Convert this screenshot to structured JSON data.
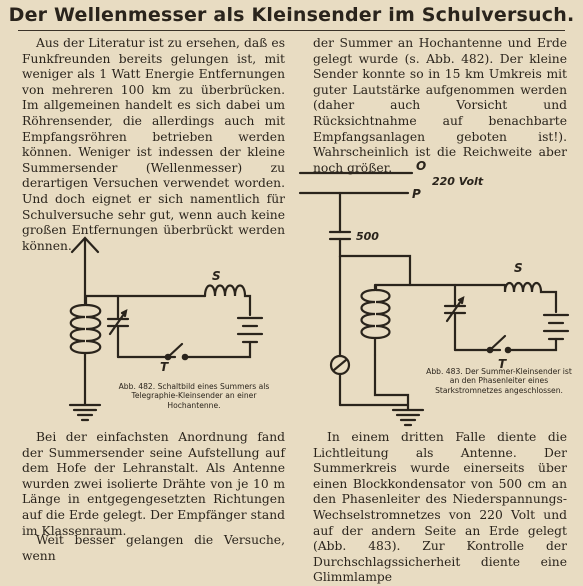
{
  "title": "Der Wellenmesser als Kleinsender im Schulversuch.",
  "col_left": {
    "p1": "Aus der Literatur ist zu ersehen, daß es Funkfreunden bereits gelungen ist, mit weniger als 1 Watt Energie Entfernungen von mehreren 100 km zu überbrücken. Im allgemeinen handelt es sich dabei um Röhrensender, die allerdings auch mit Empfangsröhren betrieben werden können. Weniger ist indessen der kleine Summersender (Wellenmesser) zu derartigen Versuchen verwendet worden. Und doch eignet er sich namentlich für Schulversuche sehr gut, wenn auch keine großen Entfernungen überbrückt werden können.",
    "p2": "Bei der einfachsten Anordnung fand der Summersender seine Aufstellung auf dem Hofe der Lehranstalt. Als Antenne wurden zwei isolierte Drähte von je 10 m Länge in entgegengesetzten Richtungen auf die Erde gelegt. Der Empfänger stand im Klassenraum.",
    "p3": "Weit besser gelangen die Versuche, wenn"
  },
  "col_right": {
    "p1": "der Summer an Hochantenne und Erde gelegt wurde (s. Abb. 482). Der kleine Sender konnte so in 15 km Umkreis mit guter Lautstärke aufgenommen werden (daher auch Vorsicht und Rücksichtnahme auf benachbarte Empfangsanlagen geboten ist!). Wahrscheinlich ist die Reichweite aber noch größer.",
    "p2": "In einem dritten Falle diente die Lichtleitung als Antenne. Der Summerkreis wurde einerseits über einen Blockkondensator von 500 cm an den Phasenleiter des Niederspannungs-Wechselstromnetzes von 220 Volt und auf der andern Seite an Erde gelegt (Abb. 483). Zur Kontrolle der Durchschlagssicherheit diente eine Glimmlampe"
  },
  "fig482": {
    "label_s": "S",
    "label_t": "T",
    "caption": "Abb. 482. Schaltbild eines Summers als Telegraphie-Kleinsender an einer Hochantenne."
  },
  "fig483": {
    "label_o": "O",
    "label_p": "P",
    "label_volt": "220 Volt",
    "label_cap": "500",
    "label_s": "S",
    "label_t": "T",
    "caption": "Abb. 483. Der Summer-Kleinsender ist an den Phasenleiter eines Starkstromnetzes angeschlossen."
  },
  "colors": {
    "paper": "#e8dcc2",
    "ink": "#2a241c"
  }
}
